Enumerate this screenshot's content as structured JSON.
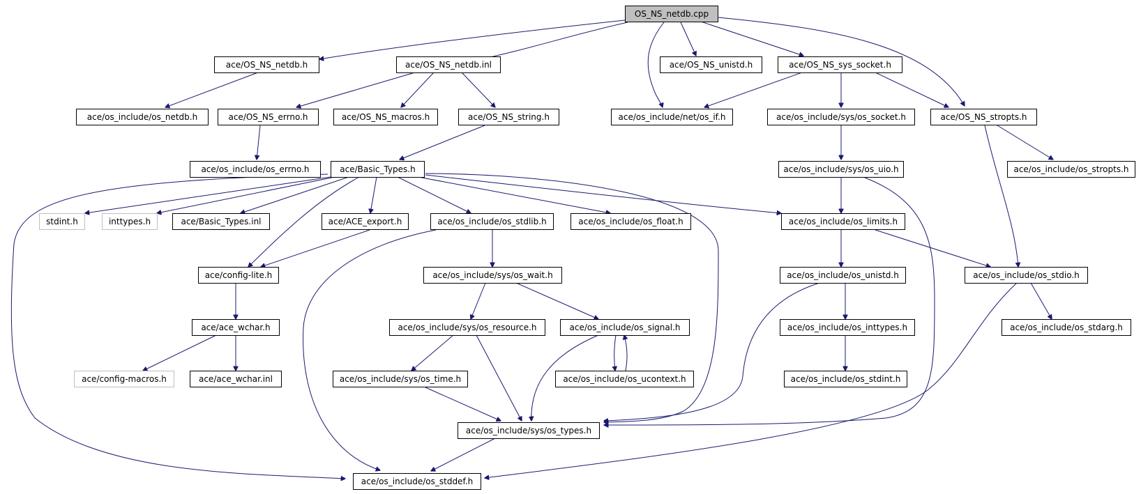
{
  "graph": {
    "title": "OS_NS_netdb.cpp",
    "edge_color": "#191970",
    "root_fill": "#bfbfbf",
    "missing_border": "#bfbfbf",
    "nodes": {
      "root": "OS_NS_netdb.cpp",
      "os_ns_netdb_h": "ace/OS_NS_netdb.h",
      "os_ns_netdb_inl": "ace/OS_NS_netdb.inl",
      "os_ns_unistd_h": "ace/OS_NS_unistd.h",
      "os_ns_sys_socket_h": "ace/OS_NS_sys_socket.h",
      "os_include_os_netdb_h": "ace/os_include/os_netdb.h",
      "os_ns_errno_h": "ace/OS_NS_errno.h",
      "os_ns_macros_h": "ace/OS_NS_macros.h",
      "os_ns_string_h": "ace/OS_NS_string.h",
      "os_include_net_os_if_h": "ace/os_include/net/os_if.h",
      "os_include_sys_os_socket_h": "ace/os_include/sys/os_socket.h",
      "os_ns_stropts_h": "ace/OS_NS_stropts.h",
      "os_include_os_errno_h": "ace/os_include/os_errno.h",
      "basic_types_h": "ace/Basic_Types.h",
      "os_include_sys_os_uio_h": "ace/os_include/sys/os_uio.h",
      "os_include_os_stropts_h": "ace/os_include/os_stropts.h",
      "stdint_h": "stdint.h",
      "inttypes_h": "inttypes.h",
      "basic_types_inl": "ace/Basic_Types.inl",
      "ace_export_h": "ace/ACE_export.h",
      "os_include_os_stdlib_h": "ace/os_include/os_stdlib.h",
      "os_include_os_float_h": "ace/os_include/os_float.h",
      "os_include_os_limits_h": "ace/os_include/os_limits.h",
      "config_lite_h": "ace/config-lite.h",
      "os_include_sys_os_wait_h": "ace/os_include/sys/os_wait.h",
      "os_include_os_unistd_h": "ace/os_include/os_unistd.h",
      "os_include_os_stdio_h": "ace/os_include/os_stdio.h",
      "ace_wchar_h": "ace/ace_wchar.h",
      "os_include_sys_os_resource_h": "ace/os_include/sys/os_resource.h",
      "os_include_os_signal_h": "ace/os_include/os_signal.h",
      "os_include_os_inttypes_h": "ace/os_include/os_inttypes.h",
      "os_include_os_stdarg_h": "ace/os_include/os_stdarg.h",
      "config_macros_h": "ace/config-macros.h",
      "ace_wchar_inl": "ace/ace_wchar.inl",
      "os_include_sys_os_time_h": "ace/os_include/sys/os_time.h",
      "os_include_os_ucontext_h": "ace/os_include/os_ucontext.h",
      "os_include_os_stdint_h": "ace/os_include/os_stdint.h",
      "os_include_sys_os_types_h": "ace/os_include/sys/os_types.h",
      "os_include_os_stddef_h": "ace/os_include/os_stddef.h"
    }
  }
}
